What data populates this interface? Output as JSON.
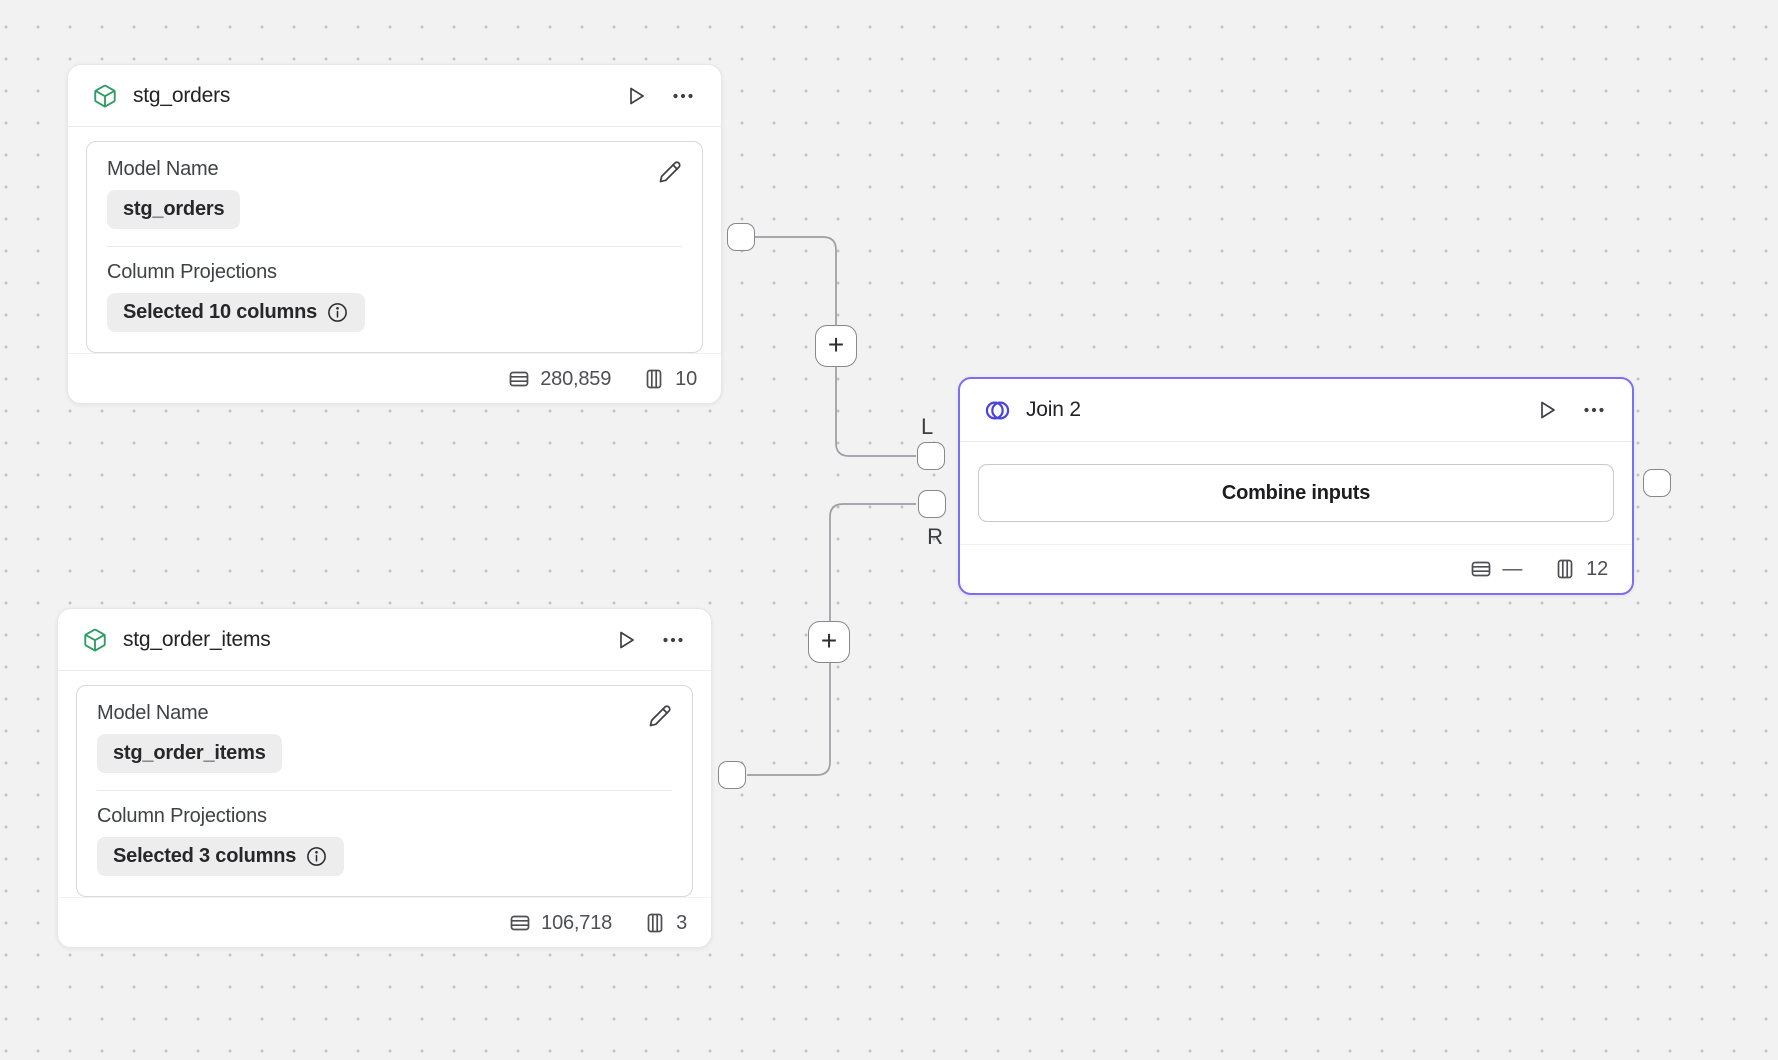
{
  "canvas": {
    "background": "#f2f2f2",
    "dot_color": "#c1c1c1",
    "wire_color": "#9e9ea3",
    "accent": "#7d6ef4"
  },
  "icons": {
    "model": "package-cube",
    "join": "overlapping-circles",
    "run": "play-triangle",
    "menu": "ellipsis",
    "edit": "pencil",
    "info": "info-circle",
    "rows": "table-rows",
    "columns": "table-columns",
    "plus": "+"
  },
  "nodes": {
    "stg_orders": {
      "title": "stg_orders",
      "fields": {
        "model_name": {
          "label": "Model Name",
          "value": "stg_orders"
        },
        "projections": {
          "label": "Column Projections",
          "value": "Selected 10 columns"
        }
      },
      "stats": {
        "rows": "280,859",
        "columns": "10"
      }
    },
    "stg_order_items": {
      "title": "stg_order_items",
      "fields": {
        "model_name": {
          "label": "Model Name",
          "value": "stg_order_items"
        },
        "projections": {
          "label": "Column Projections",
          "value": "Selected 3 columns"
        }
      },
      "stats": {
        "rows": "106,718",
        "columns": "3"
      }
    },
    "join": {
      "title": "Join 2",
      "button_label": "Combine inputs",
      "stats": {
        "rows": "—",
        "columns": "12"
      }
    }
  },
  "edges": {
    "left_port_label": "L",
    "right_port_label": "R"
  }
}
